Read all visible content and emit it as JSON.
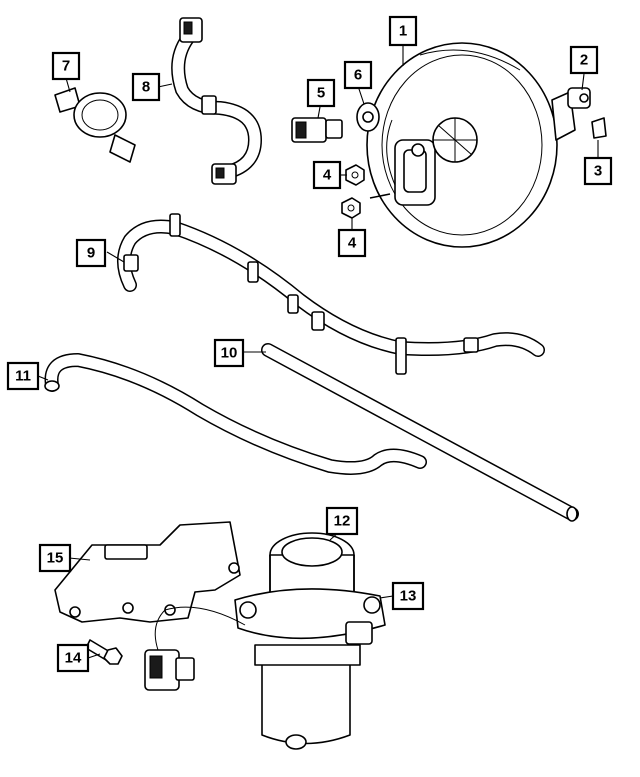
{
  "diagram": {
    "callouts": [
      {
        "id": "c1",
        "label": "1"
      },
      {
        "id": "c2",
        "label": "2"
      },
      {
        "id": "c3",
        "label": "3"
      },
      {
        "id": "c4a",
        "label": "4"
      },
      {
        "id": "c4b",
        "label": "4"
      },
      {
        "id": "c5",
        "label": "5"
      },
      {
        "id": "c6",
        "label": "6"
      },
      {
        "id": "c7",
        "label": "7"
      },
      {
        "id": "c8",
        "label": "8"
      },
      {
        "id": "c9",
        "label": "9"
      },
      {
        "id": "c10",
        "label": "10"
      },
      {
        "id": "c11",
        "label": "11"
      },
      {
        "id": "c12",
        "label": "12"
      },
      {
        "id": "c13",
        "label": "13"
      },
      {
        "id": "c14",
        "label": "14"
      },
      {
        "id": "c15",
        "label": "15"
      }
    ]
  }
}
